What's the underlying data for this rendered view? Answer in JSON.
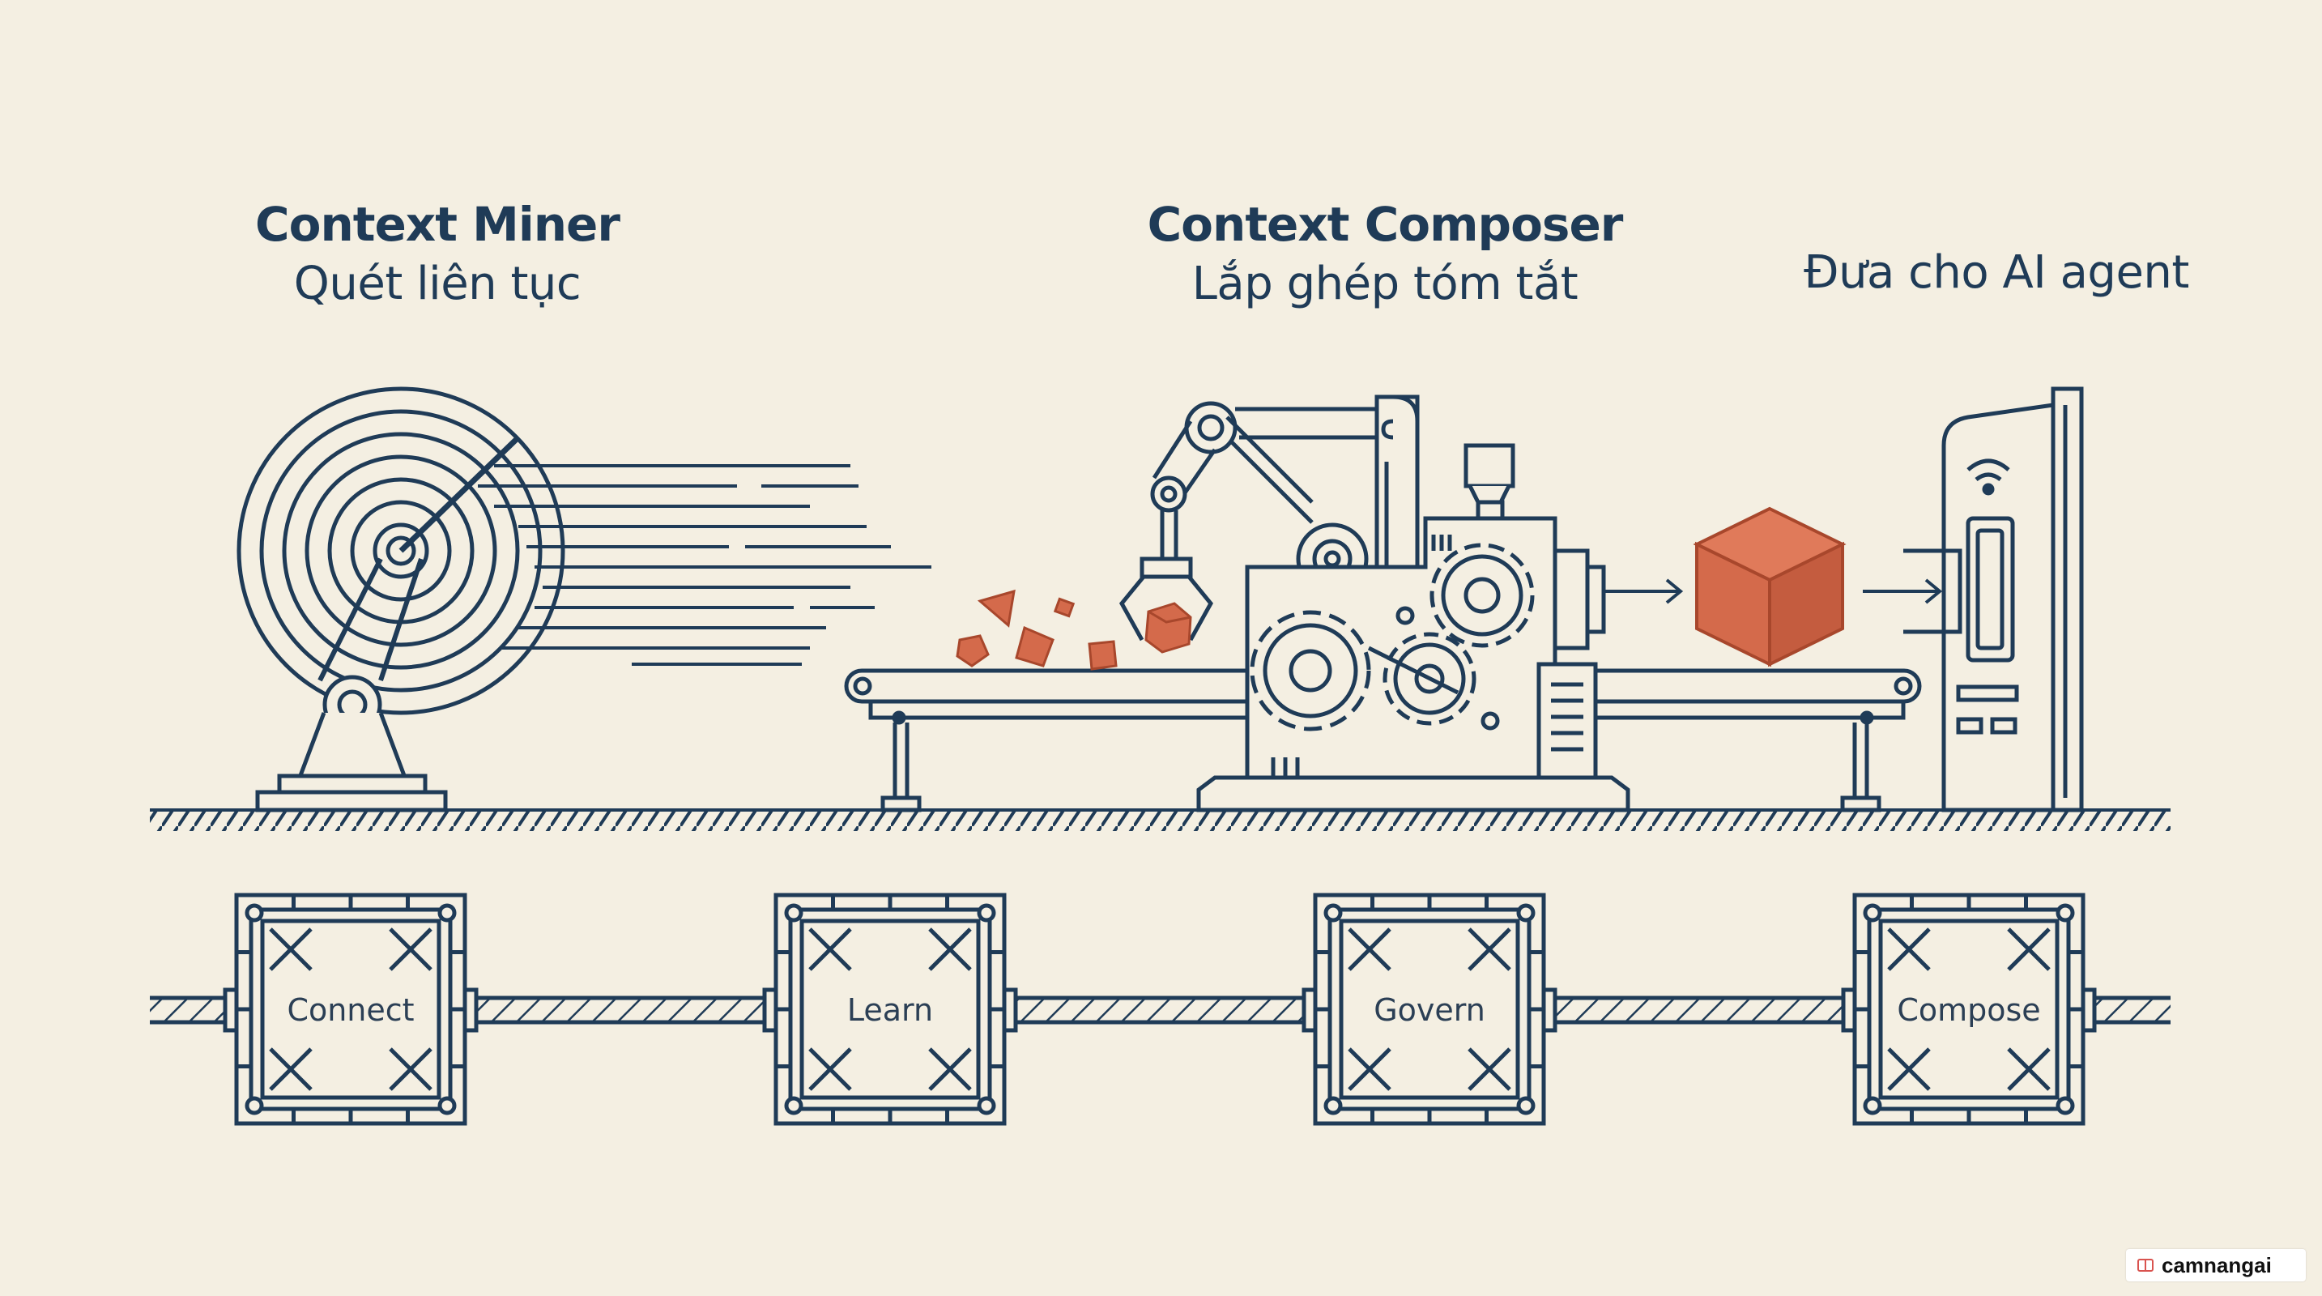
{
  "headings": {
    "miner": {
      "title": "Context Miner",
      "subtitle": "Quét liên tục"
    },
    "composer": {
      "title": "Context Composer",
      "subtitle": "Lắp ghép tóm tắt"
    },
    "agent": {
      "label": "Đưa cho AI agent"
    }
  },
  "stages": [
    {
      "label": "Connect"
    },
    {
      "label": "Learn"
    },
    {
      "label": "Govern"
    },
    {
      "label": "Compose"
    }
  ],
  "watermark": {
    "text": "camnangai"
  },
  "colors": {
    "background": "#f4efe2",
    "line": "#1f3b57",
    "accent": "#d46a4b"
  }
}
